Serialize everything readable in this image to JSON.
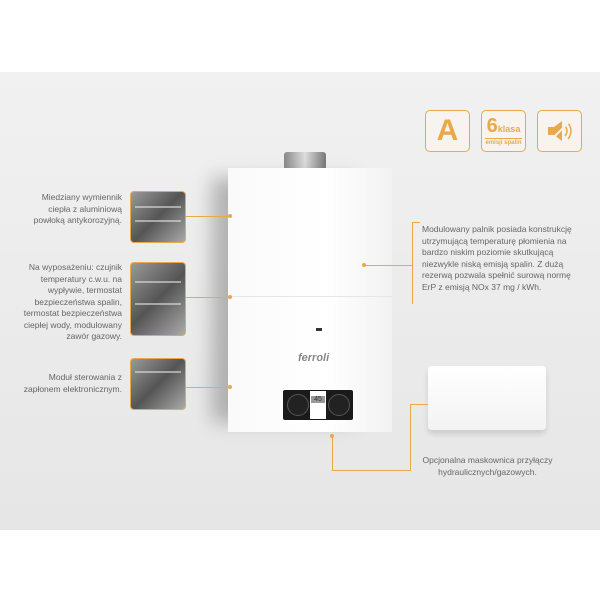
{
  "callouts_left": [
    {
      "text": "Miedziany wymiennik ciepła z aluminiową powłoką antykorozyjną."
    },
    {
      "text": "Na wyposażeniu: czujnik temperatury c.w.u. na wypływie, termostat bezpieczeństwa spalin, termostat bezpieczeństwa ciepłej wody, modulowany zawór gazowy."
    },
    {
      "text": "Moduł sterowania z zapłonem elektronicznym."
    }
  ],
  "callout_right": {
    "text": "Modulowany palnik posiada konstrukcję utrzymującą temperaturę płomienia na bardzo niskim poziomie skutkującą niezwykle niską emisją spalin. Z dużą rezerwą pozwala spełnić surową normę ErP z emisją NOx 37 mg / kWh."
  },
  "callout_bottom": {
    "text": "Opcjonalna maskownica przyłączy hydraulicznych/gazowych."
  },
  "badges": {
    "energy_class": "A",
    "emission_class_number": "6",
    "emission_class_word": "klasa",
    "emission_class_sub": "emisji spalin"
  },
  "boiler": {
    "brand": "ferroli",
    "display": "45"
  },
  "accent_color": "#e9a84a"
}
